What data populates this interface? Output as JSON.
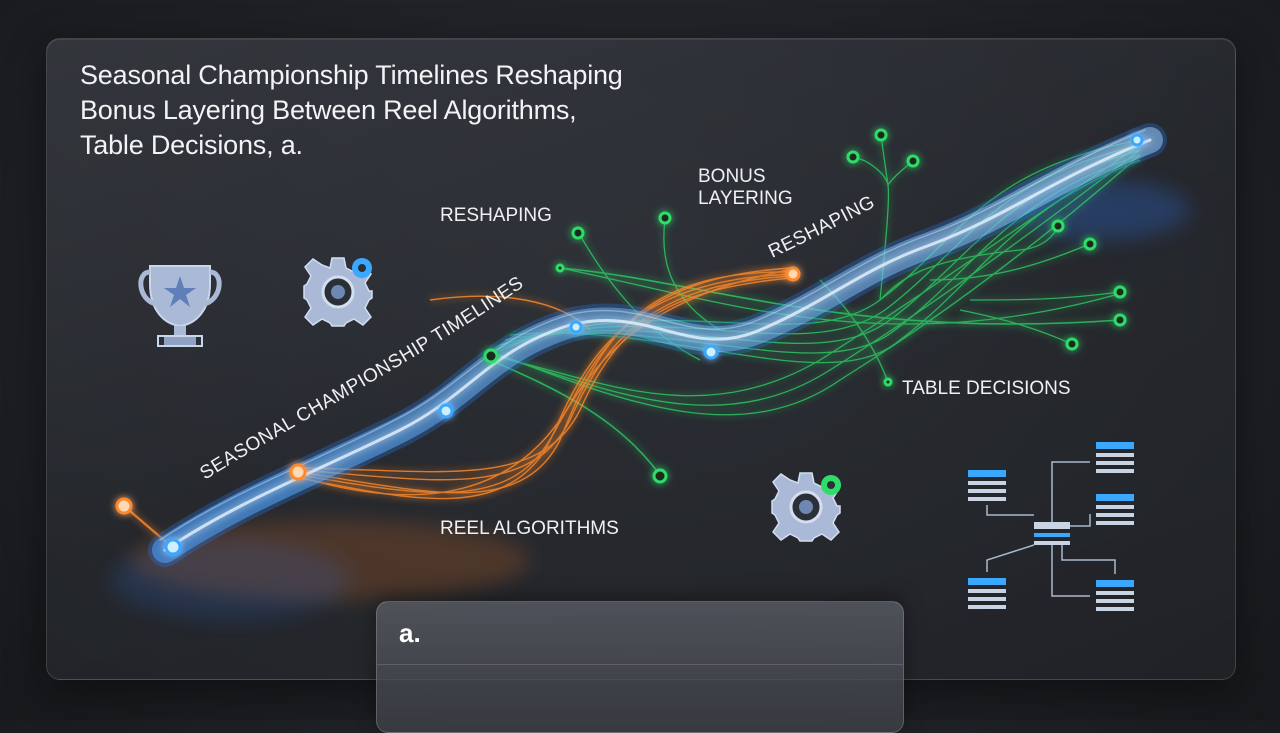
{
  "title_lines": [
    "Seasonal Championship Timelines Reshaping",
    "Bonus Layering Between Reel Algorithms,",
    "Table Decisions, a."
  ],
  "labels": {
    "seasonal_timelines": "SEASONAL CHAMPIONSHIP TIMELINES",
    "reshaping_upper": "RESHAPING",
    "bonus": "BONUS",
    "layering": "LAYERING",
    "reshaping_curve": "RESHAPING",
    "table_decisions": "TABLE DECISIONS",
    "reel_algorithms": "REEL ALGORITHMS"
  },
  "subcard": {
    "text": "a."
  },
  "colors": {
    "blue": "#5fb6ff",
    "orange": "#ff8a2a",
    "green": "#2fdc6a",
    "icon_steel": "#9fb3d6"
  },
  "icons": {
    "trophy": "trophy-icon",
    "gear_upper": "gear-icon",
    "gear_lower": "gear-icon",
    "flowchart": "flowchart-icon"
  }
}
